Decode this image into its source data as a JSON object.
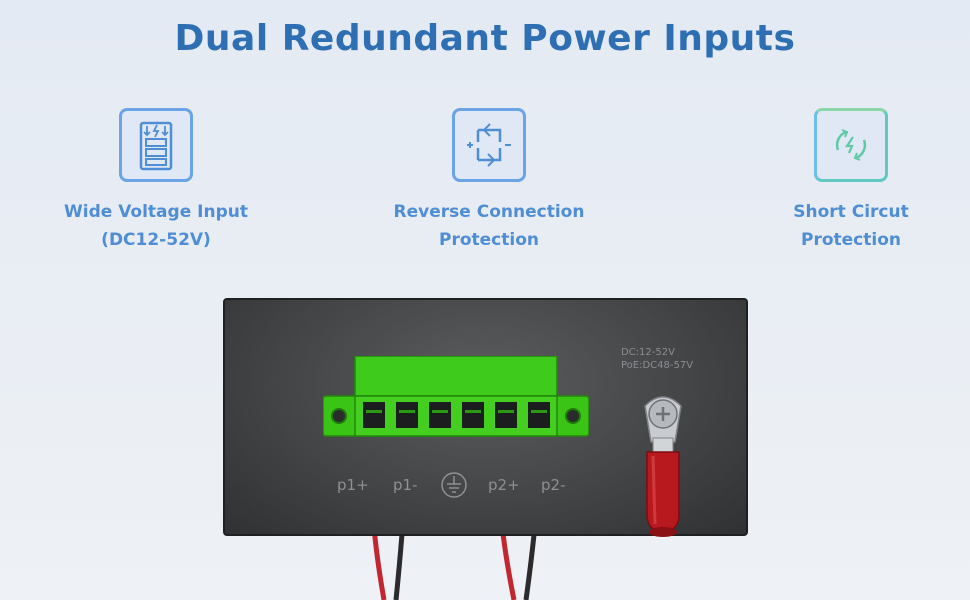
{
  "title": "Dual Redundant Power Inputs",
  "features": [
    {
      "line1": "Wide Voltage Input",
      "line2": "(DC12-52V)",
      "icon": "voltage-battery-icon"
    },
    {
      "line1": "Reverse Connection",
      "line2": "Protection",
      "icon": "reverse-connection-icon"
    },
    {
      "line1": "Short Circut",
      "line2": "Protection",
      "icon": "short-circuit-icon"
    }
  ],
  "device": {
    "spec_line1": "DC:12-52V",
    "spec_line2": "PoE:DC48-57V",
    "ports": [
      "p1+",
      "p1-",
      "p2+",
      "p2-"
    ],
    "ground_icon": "ground-icon"
  },
  "colors": {
    "title": "#2e6fb4",
    "feature_text": "#4f8dd4",
    "connector_green": "#39c416",
    "wire_red": "#c2262e",
    "lug_red": "#b7191f"
  }
}
